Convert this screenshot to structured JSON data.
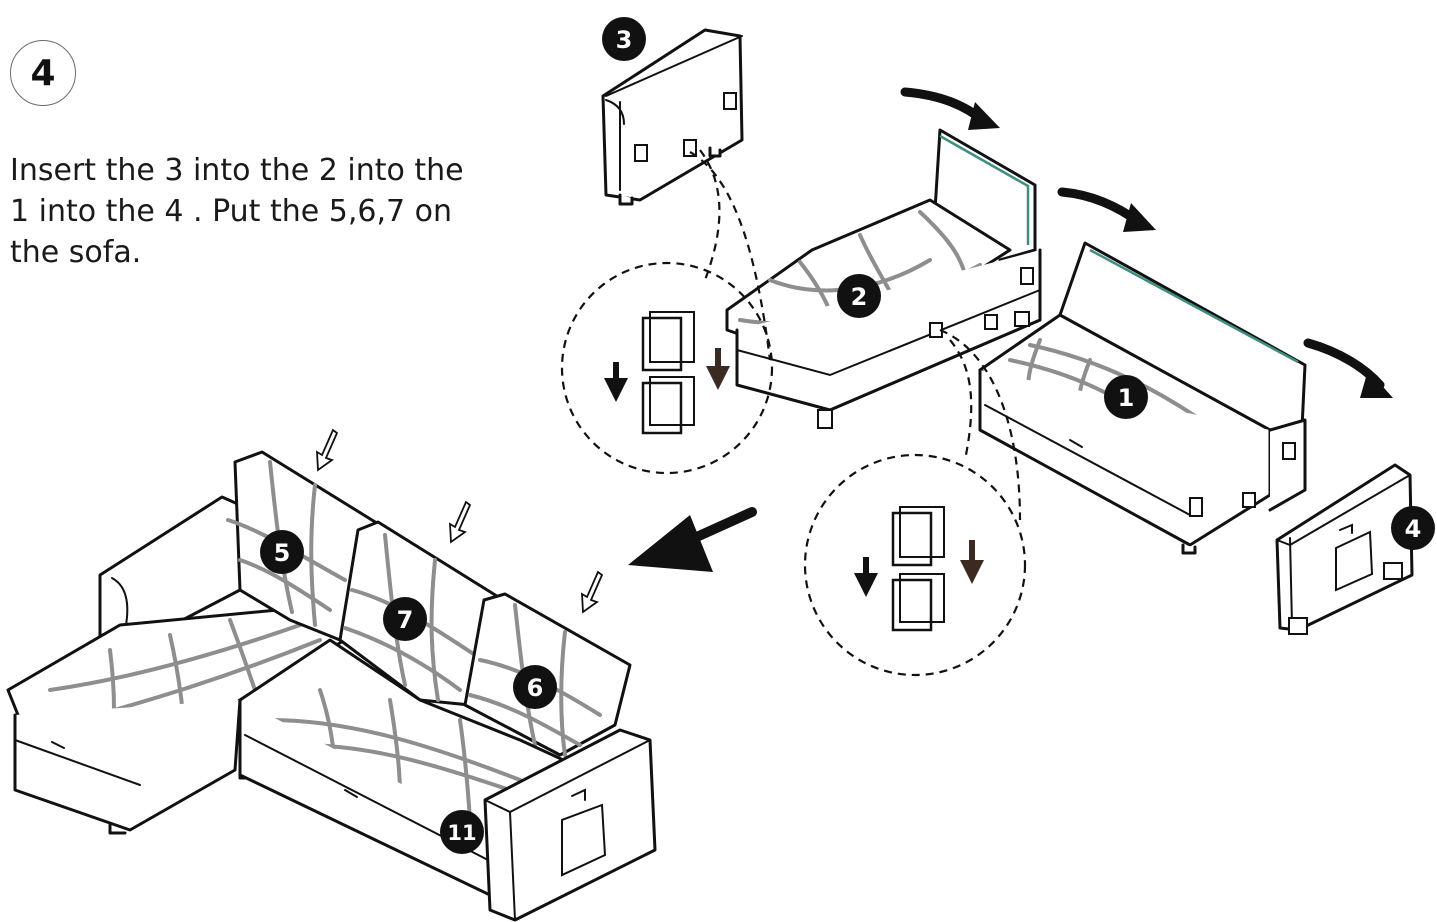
{
  "step": {
    "number": "4",
    "instruction": "Insert the 3 into the 2 into the 1 into the 4 . Put the 5,6,7 on the sofa."
  },
  "part_labels": {
    "part_1": "1",
    "part_2": "2",
    "part_3": "3",
    "part_4": "4",
    "cushion_5": "5",
    "cushion_6": "6",
    "cushion_7": "7",
    "item_11": "11"
  }
}
